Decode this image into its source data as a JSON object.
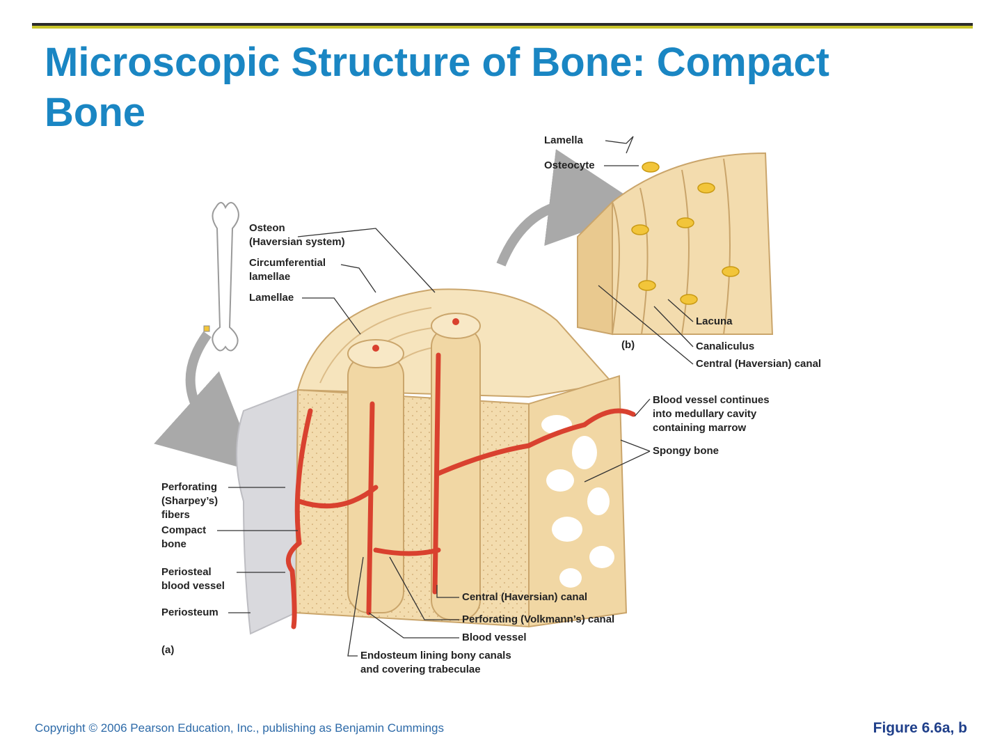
{
  "slide": {
    "title": "Microscopic Structure of Bone: Compact Bone",
    "copyright": "Copyright © 2006 Pearson Education, Inc., publishing as Benjamin Cummings",
    "figure": "Figure 6.6a, b"
  },
  "colors": {
    "title": "#1a86c3",
    "bone": "#f3dcae",
    "bone_dark": "#e2bf82",
    "vessel": "#d9412f",
    "osteocyte": "#f2c53a",
    "arrow": "#a9a9a9",
    "periosteum": "#c8c8cc"
  },
  "labels": {
    "lamella": "Lamella",
    "osteocyte": "Osteocyte",
    "osteon": "Osteon\n(Haversian system)",
    "circumferential": "Circumferential\nlamellae",
    "lamellae": "Lamellae",
    "lacuna": "Lacuna",
    "panel_b": "(b)",
    "canaliculus": "Canaliculus",
    "central_canal_b": "Central (Haversian) canal",
    "blood_vessel_continues": "Blood vessel continues\ninto medullary cavity\ncontaining marrow",
    "spongy_bone": "Spongy bone",
    "perforating_fibers": "Perforating\n(Sharpey’s)\nfibers",
    "compact_bone": "Compact\nbone",
    "periosteal_vessel": "Periosteal\nblood vessel",
    "periosteum": "Periosteum",
    "panel_a": "(a)",
    "central_canal_a": "Central (Haversian) canal",
    "volkmann": "Perforating (Volkmann’s) canal",
    "blood_vessel": "Blood vessel",
    "endosteum": "Endosteum lining bony canals\nand covering trabeculae"
  }
}
